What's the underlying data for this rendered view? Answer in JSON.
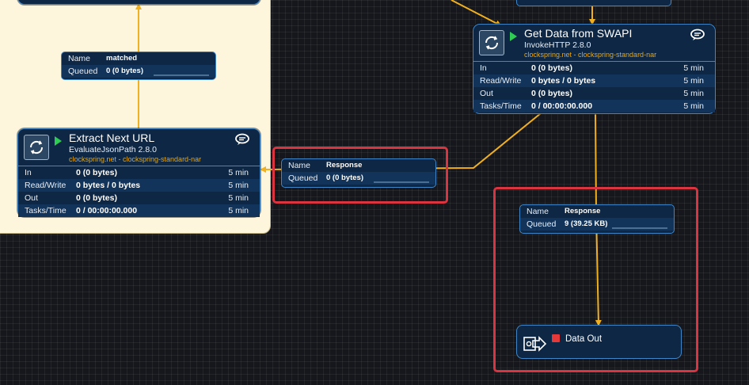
{
  "processors": {
    "get_data": {
      "name": "Get Data from SWAPI",
      "type": "InvokeHTTP 2.8.0",
      "bundle": "clockspring.net - clockspring-standard-nar",
      "status": "running",
      "stats": [
        {
          "label": "In",
          "value": "0 (0 bytes)",
          "window": "5 min"
        },
        {
          "label": "Read/Write",
          "value": "0 bytes / 0 bytes",
          "window": "5 min"
        },
        {
          "label": "Out",
          "value": "0 (0 bytes)",
          "window": "5 min"
        },
        {
          "label": "Tasks/Time",
          "value": "0 / 00:00:00.000",
          "window": "5 min"
        }
      ]
    },
    "extract_next": {
      "name": "Extract Next URL",
      "type": "EvaluateJsonPath 2.8.0",
      "bundle": "clockspring.net - clockspring-standard-nar",
      "status": "running",
      "stats": [
        {
          "label": "In",
          "value": "0 (0 bytes)",
          "window": "5 min"
        },
        {
          "label": "Read/Write",
          "value": "0 bytes / 0 bytes",
          "window": "5 min"
        },
        {
          "label": "Out",
          "value": "0 (0 bytes)",
          "window": "5 min"
        },
        {
          "label": "Tasks/Time",
          "value": "0 / 00:00:00.000",
          "window": "5 min"
        }
      ]
    }
  },
  "connections": {
    "matched": {
      "name_label": "Name",
      "name": "matched",
      "queued_label": "Queued",
      "queued": "0 (0 bytes)"
    },
    "response_left": {
      "name_label": "Name",
      "name": "Response",
      "queued_label": "Queued",
      "queued": "0 (0 bytes)"
    },
    "response_down": {
      "name_label": "Name",
      "name": "Response",
      "queued_label": "Queued",
      "queued": "9 (39.25 KB)"
    }
  },
  "output_port": {
    "name": "Data Out",
    "status": "stopped"
  },
  "colors": {
    "canvas": "#15171c",
    "group_background": "#fdf6dc",
    "component_fill": "#0d2744",
    "component_border": "#3f86c9",
    "connection_line": "#f0b020",
    "bundle_text": "#f0a500",
    "running": "#2ecc52",
    "stopped": "#e53838",
    "highlight": "#d9343f"
  },
  "icons": [
    "processor-icon",
    "run-icon",
    "comment-icon",
    "output-port-icon",
    "stop-icon"
  ]
}
